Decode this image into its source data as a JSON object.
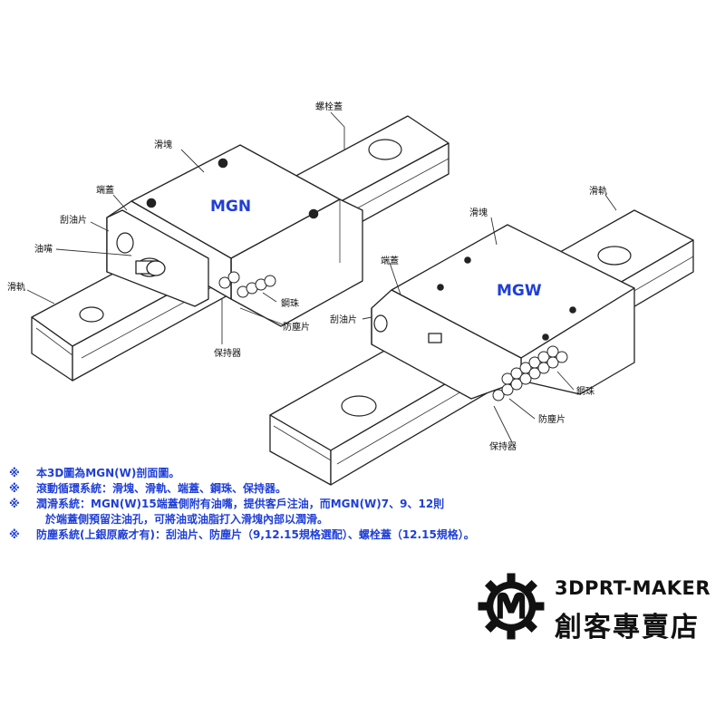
{
  "models": {
    "left": "MGN",
    "right": "MGW"
  },
  "labels_left": {
    "bolt_cap": "螺栓蓋",
    "block": "滑塊",
    "end_cap": "端蓋",
    "scraper": "刮油片",
    "grease_nipple": "油嘴",
    "rail": "滑軌",
    "steel_ball": "鋼珠",
    "dust_seal": "防塵片",
    "retainer": "保持器"
  },
  "labels_right": {
    "rail": "滑軌",
    "block": "滑塊",
    "end_cap": "端蓋",
    "scraper": "刮油片",
    "steel_ball": "鋼珠",
    "dust_seal": "防塵片",
    "retainer": "保持器"
  },
  "notes": {
    "mark": "※",
    "line1": "本3D圖為MGN(W)剖面圖。",
    "line2": "滾動循環系統：滑塊、滑軌、端蓋、鋼珠、保持器。",
    "line3": "潤滑系統：MGN(W)15端蓋側附有油嘴，提供客戶注油，而MGN(W)7、9、12則",
    "line3_cont": "於端蓋側預留注油孔，可將油或油脂打入滑塊內部以潤滑。",
    "line4": "防塵系統(上銀原廠才有)：刮油片、防塵片（9,12.15規格選配）、螺栓蓋（12.15規格）。"
  },
  "brand": {
    "name_en": "3DPRT-MAKER",
    "name_zh": "創客專賣店",
    "logo_icon": "gear-m-logo-icon"
  },
  "colors": {
    "model_label": "#1f3fd6",
    "notes_text": "#1f3fd6",
    "brand_text": "#111111"
  }
}
